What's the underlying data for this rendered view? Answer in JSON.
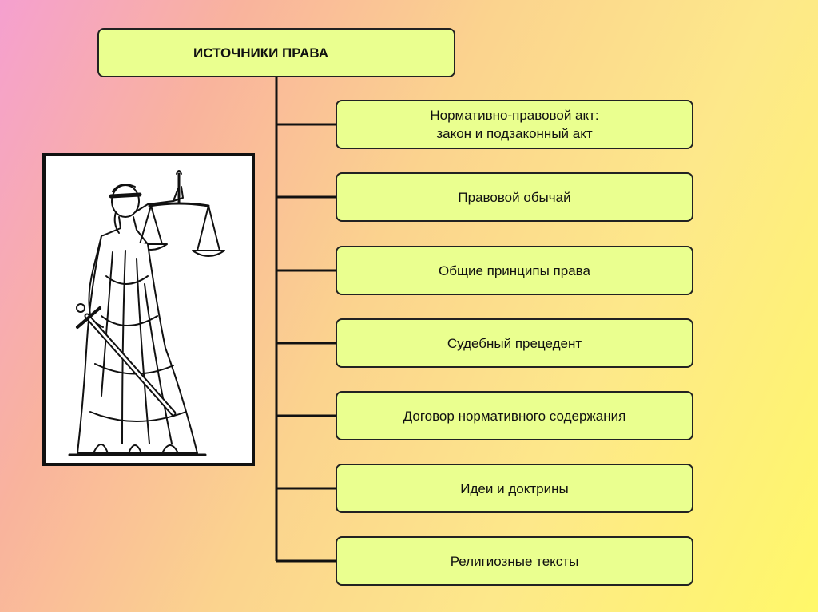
{
  "root": {
    "label": "ИСТОЧНИКИ ПРАВА"
  },
  "items": [
    {
      "label": "Нормативно-правовой акт:\nзакон и подзаконный акт"
    },
    {
      "label": "Правовой обычай"
    },
    {
      "label": "Общие принципы права"
    },
    {
      "label": "Судебный прецедент"
    },
    {
      "label": "Договор нормативного содержания"
    },
    {
      "label": "Идеи и доктрины"
    },
    {
      "label": "Религиозные тексты"
    }
  ],
  "illustration": {
    "icon": "lady-justice-icon"
  }
}
